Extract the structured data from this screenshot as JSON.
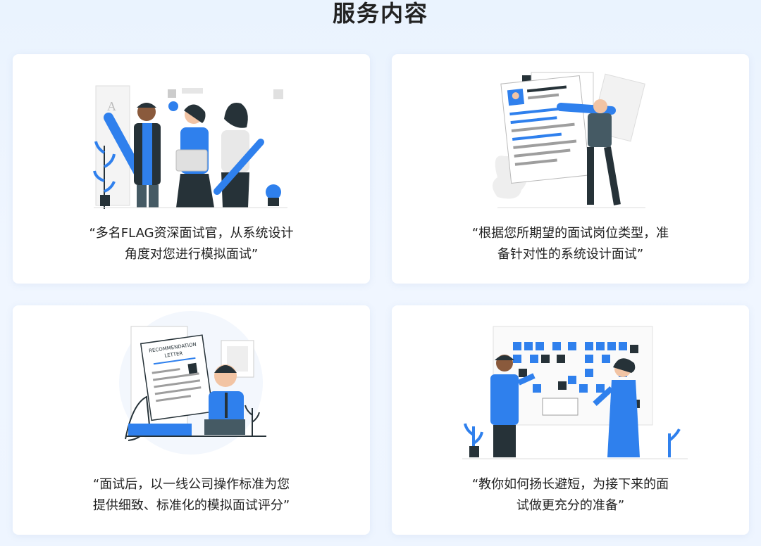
{
  "title": "服务内容",
  "cards": [
    {
      "text": "“多名FLAG资深面试官，从系统设计\n角度对您进行模拟面试”",
      "illustration": "team-of-interviewers"
    },
    {
      "text": "“根据您所期望的面试岗位类型，准\n备针对性的系统设计面试”",
      "illustration": "resume-review"
    },
    {
      "text": "“面试后，以一线公司操作标准为您\n提供细致、标准化的模拟面试评分”",
      "illustration": "recommendation-letter"
    },
    {
      "text": "“教你如何扬长避短，为接下来的面\n试做更充分的准备”",
      "illustration": "planning-board"
    }
  ],
  "illustration_text": {
    "letter_line1": "RECOMMENDATION",
    "letter_line2": "LETTER",
    "board_letter": "A"
  },
  "colors": {
    "accent": "#2f80ed",
    "dark": "#263238",
    "title": "#222222"
  }
}
